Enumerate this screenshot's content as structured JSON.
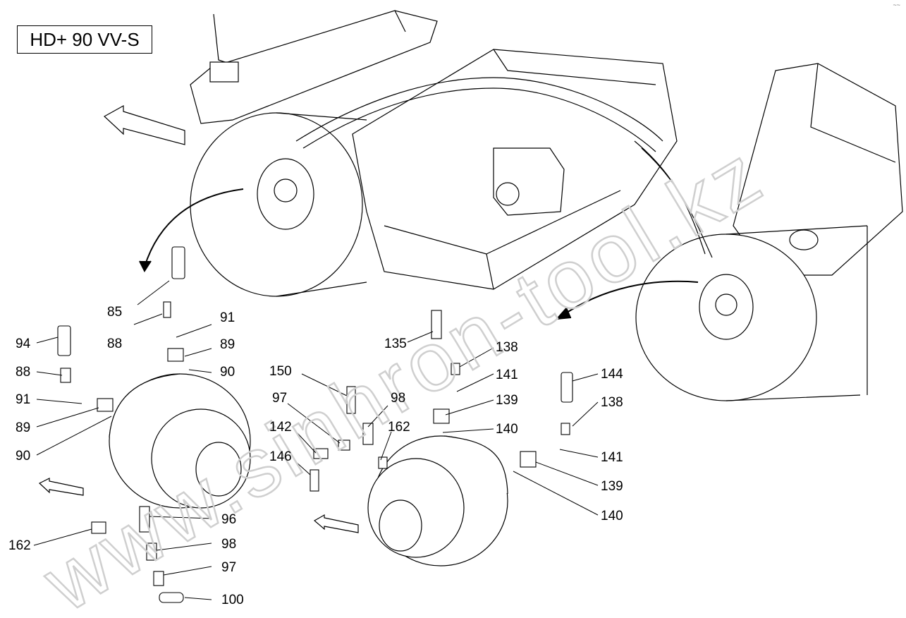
{
  "model_label": "HD+ 90 VV-S",
  "watermark_text": "www.sinhron-tool.kz",
  "corner_mark": "~~",
  "callouts": [
    {
      "id": "c85a",
      "text": "85"
    },
    {
      "id": "c88a",
      "text": "88"
    },
    {
      "id": "c91a",
      "text": "91"
    },
    {
      "id": "c89a",
      "text": "89"
    },
    {
      "id": "c90a",
      "text": "90"
    },
    {
      "id": "c94",
      "text": "94"
    },
    {
      "id": "c88b",
      "text": "88"
    },
    {
      "id": "c91b",
      "text": "91"
    },
    {
      "id": "c89b",
      "text": "89"
    },
    {
      "id": "c90b",
      "text": "90"
    },
    {
      "id": "c162a",
      "text": "162"
    },
    {
      "id": "c96",
      "text": "96"
    },
    {
      "id": "c98a",
      "text": "98"
    },
    {
      "id": "c97a",
      "text": "97"
    },
    {
      "id": "c100",
      "text": "100"
    },
    {
      "id": "c150",
      "text": "150"
    },
    {
      "id": "c97b",
      "text": "97"
    },
    {
      "id": "c98b",
      "text": "98"
    },
    {
      "id": "c142",
      "text": "142"
    },
    {
      "id": "c162b",
      "text": "162"
    },
    {
      "id": "c146",
      "text": "146"
    },
    {
      "id": "c135",
      "text": "135"
    },
    {
      "id": "c138a",
      "text": "138"
    },
    {
      "id": "c141a",
      "text": "141"
    },
    {
      "id": "c139a",
      "text": "139"
    },
    {
      "id": "c140a",
      "text": "140"
    },
    {
      "id": "c144",
      "text": "144"
    },
    {
      "id": "c138b",
      "text": "138"
    },
    {
      "id": "c141b",
      "text": "141"
    },
    {
      "id": "c139b",
      "text": "139"
    },
    {
      "id": "c140b",
      "text": "140"
    }
  ],
  "colors": {
    "line": "#000000",
    "background": "#ffffff",
    "watermark": "#cfcfcf"
  }
}
